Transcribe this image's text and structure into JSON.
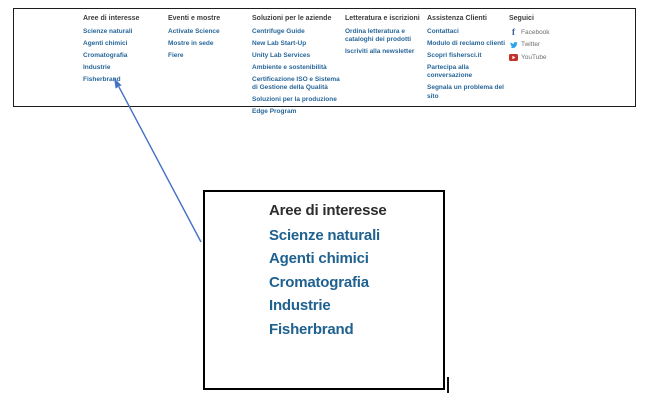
{
  "footer": {
    "columns": [
      {
        "title": "Aree di interesse",
        "links": [
          "Scienze naturali",
          "Agenti chimici",
          "Cromatografia",
          "Industrie",
          "Fisherbrand"
        ]
      },
      {
        "title": "Eventi e mostre",
        "links": [
          "Activate Science",
          "Mostre in sede",
          "Fiere"
        ]
      },
      {
        "title": "Soluzioni per le aziende",
        "links": [
          "Centrifuge Guide",
          "New Lab Start-Up",
          "Unity Lab Services",
          "Ambiente e sostenibilità",
          "Certificazione ISO e Sistema di Gestione della Qualità",
          "Soluzioni per la produzione",
          "Edge Program"
        ]
      },
      {
        "title": "Letteratura e iscrizioni",
        "links": [
          "Ordina letteratura e cataloghi dei prodotti",
          "Iscriviti alla newsletter"
        ]
      },
      {
        "title": "Assistenza Clienti",
        "links": [
          "Contattaci",
          "Modulo di reclamo clienti",
          "Scopri fishersci.it",
          "Partecipa alla conversazione",
          "Segnala un problema del sito"
        ]
      }
    ],
    "social": {
      "title": "Seguici",
      "items": [
        {
          "icon": "facebook-icon",
          "label": "Facebook",
          "color": "#3a5a99"
        },
        {
          "icon": "twitter-icon",
          "label": "Twitter",
          "color": "#2aa3ef"
        },
        {
          "icon": "youtube-icon",
          "label": "YouTube",
          "color": "#c4302b"
        }
      ]
    }
  },
  "callout": {
    "title": "Aree di interesse",
    "links": [
      "Scienze naturali",
      "Agenti chimici",
      "Cromatografia",
      "Industrie",
      "Fisherbrand"
    ]
  },
  "colors": {
    "footer_title": "#3d3d3d",
    "footer_link": "#28679a",
    "callout_title": "#2d2d2d",
    "callout_link": "#1f618f",
    "social_label": "#6f6f6f",
    "arrow": "#4472c4",
    "border": "#1c1c1c"
  }
}
